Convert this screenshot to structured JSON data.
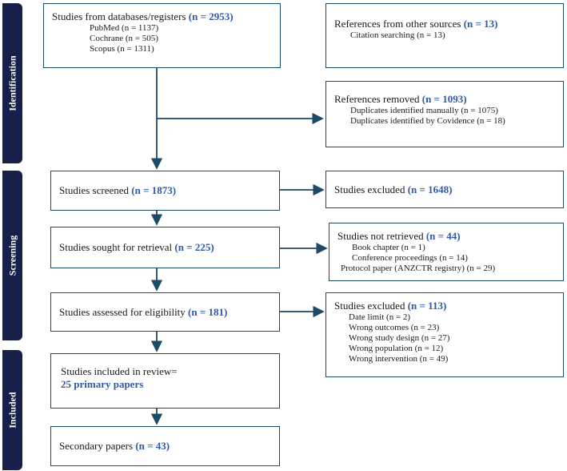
{
  "phases": {
    "identification": "Identification",
    "screening": "Screening",
    "included": "Included"
  },
  "databases": {
    "label": "Studies from databases/registers",
    "n": "(n = 2953)",
    "items": [
      "PubMed (n = 1137)",
      "Cochrane (n = 505)",
      "Scopus (n = 1311)"
    ]
  },
  "other_sources": {
    "label": "References from other sources",
    "n": "(n = 13)",
    "items": [
      "Citation searching (n = 13)"
    ]
  },
  "removed": {
    "label": "References removed",
    "n": "(n = 1093)",
    "items": [
      "Duplicates identified manually (n = 1075)",
      "Duplicates identified by Covidence (n = 18)"
    ]
  },
  "screened": {
    "label": "Studies screened",
    "n": "(n = 1873)"
  },
  "excluded_screen": {
    "label": "Studies excluded",
    "n": "(n = 1648)"
  },
  "sought": {
    "label": "Studies sought for retrieval",
    "n": "(n = 225)"
  },
  "not_retrieved": {
    "label": "Studies not retrieved",
    "n": "(n = 44)",
    "items": [
      "Book chapter (n = 1)",
      "Conference proceedings (n = 14)",
      "Protocol paper (ANZCTR registry) (n = 29)"
    ]
  },
  "assessed": {
    "label": "Studies assessed for eligibility",
    "n": "(n = 181)"
  },
  "excluded_elig": {
    "label": "Studies excluded",
    "n": "(n = 113)",
    "items": [
      "Date limit (n = 2)",
      "Wrong outcomes (n = 23)",
      "Wrong study design (n = 27)",
      "Wrong population (n = 12)",
      "Wrong intervention (n = 49)"
    ]
  },
  "included": {
    "label": "Studies included in review=",
    "n": "25 primary papers"
  },
  "secondary": {
    "label": "Secondary papers",
    "n": "(n = 43)"
  },
  "colors": {
    "phase_bg": "#16204a",
    "accent": "#2f5aa8",
    "border": "#1d4a66"
  }
}
